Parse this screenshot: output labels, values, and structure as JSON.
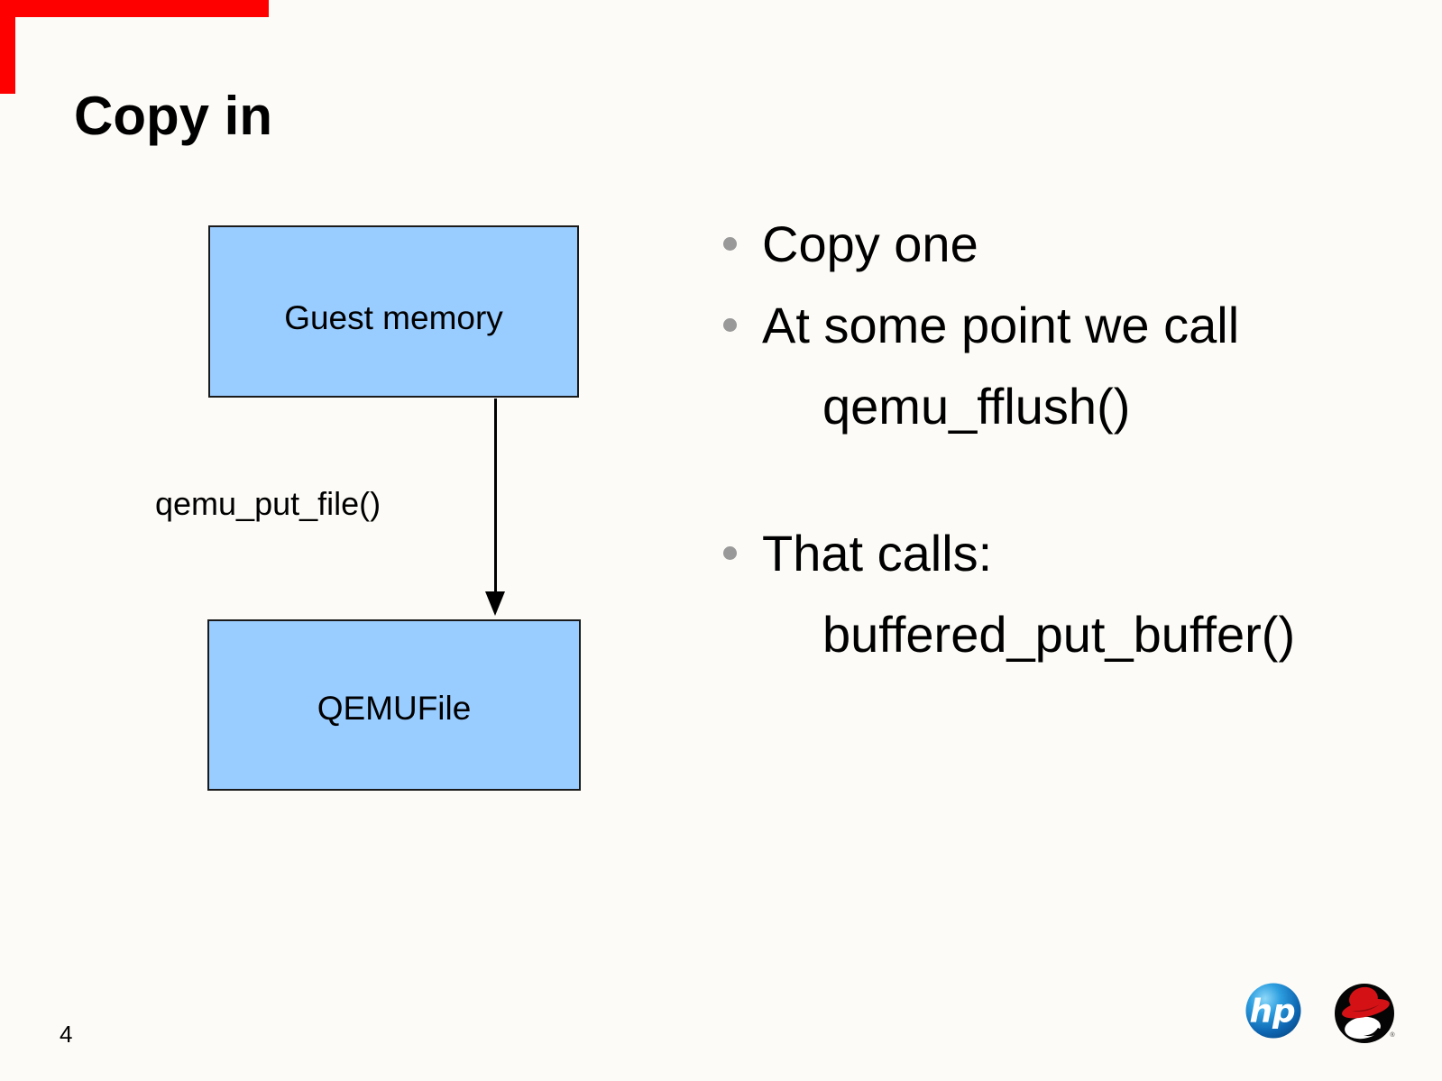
{
  "slide": {
    "title": "Copy in",
    "page_number": "4",
    "background_color": "#fcfbf7",
    "corner_mark_color": "#ff0000"
  },
  "diagram": {
    "box_fill_color": "#99ccff",
    "source_box_label": "Guest memory",
    "target_box_label": "QEMUFile",
    "arrow_label": "qemu_put_file()",
    "arrow_direction": "down"
  },
  "bullets": {
    "dot_color": "#999999",
    "items": [
      {
        "level": 1,
        "text": "Copy one"
      },
      {
        "level": 1,
        "text": "At some point we call"
      },
      {
        "level": 2,
        "text": "qemu_fflush()"
      },
      {
        "level": 1,
        "text": "That calls:"
      },
      {
        "level": 2,
        "text": "buffered_put_buffer()"
      }
    ]
  },
  "logos": {
    "hp_text": "hp",
    "redhat_registered_mark": "®"
  }
}
